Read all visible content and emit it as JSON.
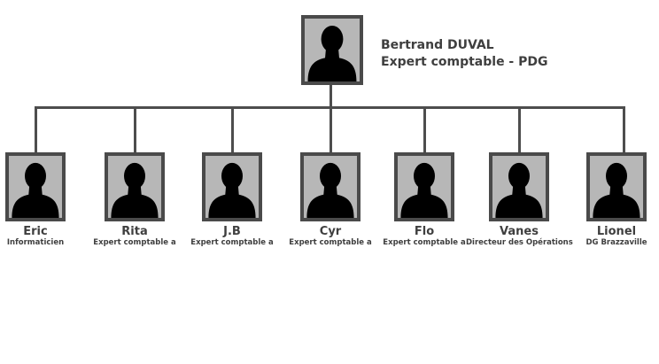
{
  "ceo": {
    "name": "Bertrand DUVAL",
    "title": "Expert comptable - PDG"
  },
  "members": [
    {
      "name": "Eric",
      "role": "Informaticien"
    },
    {
      "name": "Rita",
      "role": "Expert comptable a"
    },
    {
      "name": "J.B",
      "role": "Expert comptable a"
    },
    {
      "name": "Cyr",
      "role": "Expert comptable a"
    },
    {
      "name": "Flo",
      "role": "Expert comptable a"
    },
    {
      "name": "Vanes",
      "role": "Directeur des Opérations"
    },
    {
      "name": "Lionel",
      "role": "DG Brazzaville"
    }
  ],
  "colors": {
    "frame_border": "#4a4a4a",
    "photo_background": "#b7b7b7",
    "silhouette": "#000000",
    "connector": "#4d4d4d",
    "text": "#3f3f3f"
  },
  "icons": {
    "photo": "person-silhouette-icon"
  }
}
